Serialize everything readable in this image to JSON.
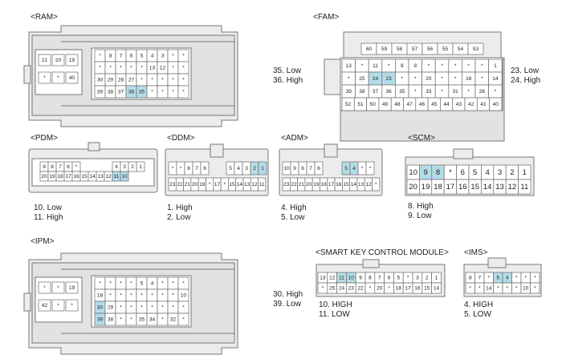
{
  "connectors": {
    "ram": {
      "title": "<RAM>",
      "pins_label": [
        "35. Low",
        "36. High"
      ],
      "block_side": [
        [
          "21",
          "20",
          "19"
        ],
        [
          "*",
          "*",
          "40"
        ]
      ],
      "block_main": [
        [
          "*",
          "8",
          "7",
          "6",
          "5",
          "4",
          "3",
          "*",
          "*"
        ],
        [
          "*",
          "*",
          "*",
          "*",
          "*",
          "13",
          "12",
          "*",
          "*"
        ],
        [
          "30",
          "29",
          "28",
          "27",
          "*",
          "*",
          "*",
          "*",
          "*"
        ],
        [
          "39",
          "38",
          "37",
          "36",
          "35",
          "*",
          "*",
          "*",
          "*"
        ]
      ],
      "highlight": [
        "3-3",
        "3-4"
      ]
    },
    "fam": {
      "title": "<FAM>",
      "pins_label": [
        "23. Low",
        "24. High"
      ],
      "top_row": [
        "60",
        "59",
        "58",
        "57",
        "56",
        "55",
        "54",
        "53"
      ],
      "rows": [
        [
          "13",
          "*",
          "11",
          "*",
          "9",
          "8",
          "*",
          "*",
          "*",
          "*",
          "*",
          "1"
        ],
        [
          "*",
          "25",
          "24",
          "23",
          "*",
          "*",
          "20",
          "*",
          "*",
          "16",
          "*",
          "14"
        ],
        [
          "39",
          "38",
          "37",
          "36",
          "35",
          "*",
          "33",
          "*",
          "31",
          "*",
          "28",
          "*"
        ],
        [
          "52",
          "51",
          "50",
          "49",
          "48",
          "47",
          "46",
          "45",
          "44",
          "43",
          "42",
          "41",
          "40"
        ]
      ],
      "highlight": [
        "1-2",
        "1-3"
      ]
    },
    "pdm": {
      "title": "<PDM>",
      "pins_label": [
        "10. Low",
        "11. High"
      ],
      "top_left": [
        "9",
        "8",
        "7",
        "6",
        "*"
      ],
      "top_right": [
        "4",
        "3",
        "2",
        "1"
      ],
      "bottom": [
        "20",
        "19",
        "18",
        "17",
        "16",
        "15",
        "14",
        "13",
        "12",
        "11",
        "10"
      ],
      "highlight": [
        "b-9",
        "b-10"
      ]
    },
    "ddm": {
      "title": "<DDM>",
      "pins_label": [
        "1. High",
        "2. Low"
      ],
      "top_left": [
        "*",
        "*",
        "8",
        "7",
        "6"
      ],
      "top_right": [
        "5",
        "4",
        "3",
        "2",
        "1"
      ],
      "bottom": [
        "23",
        "22",
        "21",
        "20",
        "19",
        "*",
        "17",
        "*",
        "15",
        "14",
        "13",
        "12",
        "11"
      ],
      "highlight": [
        "tr-3",
        "tr-4"
      ]
    },
    "adm": {
      "title": "<ADM>",
      "pins_label": [
        "4. High",
        "5. Low"
      ],
      "top_left": [
        "10",
        "9",
        "8",
        "7",
        "6"
      ],
      "top_right": [
        "5",
        "4",
        "*",
        "*"
      ],
      "bottom": [
        "23",
        "22",
        "21",
        "20",
        "19",
        "18",
        "17",
        "16",
        "15",
        "14",
        "13",
        "12",
        "*"
      ],
      "highlight": [
        "tr-0",
        "tr-1"
      ]
    },
    "scm": {
      "title": "<SCM>",
      "pins_label": [
        "8. High",
        "9. Low"
      ],
      "top": [
        "10",
        "9",
        "8",
        "*",
        "6",
        "5",
        "4",
        "3",
        "2",
        "1"
      ],
      "bottom": [
        "20",
        "19",
        "18",
        "17",
        "16",
        "15",
        "14",
        "13",
        "12",
        "11"
      ],
      "highlight": [
        "t-1",
        "t-2"
      ]
    },
    "ipm": {
      "title": "<IPM>",
      "pins_label": [
        "30. High",
        "39. Low"
      ],
      "block_side": [
        [
          "*",
          "*",
          "19"
        ],
        [
          "42",
          "*",
          "*"
        ]
      ],
      "block_main": [
        [
          "*",
          "*",
          "*",
          "*",
          "5",
          "4",
          "*",
          "*",
          "*"
        ],
        [
          "18",
          "*",
          "*",
          "*",
          "*",
          "*",
          "*",
          "*",
          "10"
        ],
        [
          "30",
          "29",
          "*",
          "*",
          "*",
          "*",
          "*",
          "*",
          "*"
        ],
        [
          "39",
          "38",
          "*",
          "*",
          "35",
          "34",
          "*",
          "32",
          "*"
        ]
      ],
      "highlight": [
        "2-0",
        "3-0"
      ]
    },
    "smk": {
      "title": "<SMART KEY CONTROL MODULE>",
      "pins_label": [
        "10. HIGH",
        "11. LOW"
      ],
      "top": [
        "13",
        "12",
        "11",
        "10",
        "9",
        "8",
        "7",
        "6",
        "5",
        "*",
        "3",
        "2",
        "1"
      ],
      "bottom": [
        "*",
        "25",
        "24",
        "23",
        "22",
        "*",
        "20",
        "*",
        "18",
        "17",
        "16",
        "15",
        "14"
      ],
      "highlight": [
        "t-2",
        "t-3"
      ]
    },
    "ims": {
      "title": "<IMS>",
      "pins_label": [
        "4. HIGH",
        "5. LOW"
      ],
      "top": [
        "8",
        "7",
        "*",
        "5",
        "4",
        "*",
        "*",
        "*"
      ],
      "bottom": [
        "*",
        "*",
        "14",
        "*",
        "*",
        "*",
        "10",
        "*"
      ],
      "highlight": [
        "t-3",
        "t-4"
      ]
    }
  }
}
